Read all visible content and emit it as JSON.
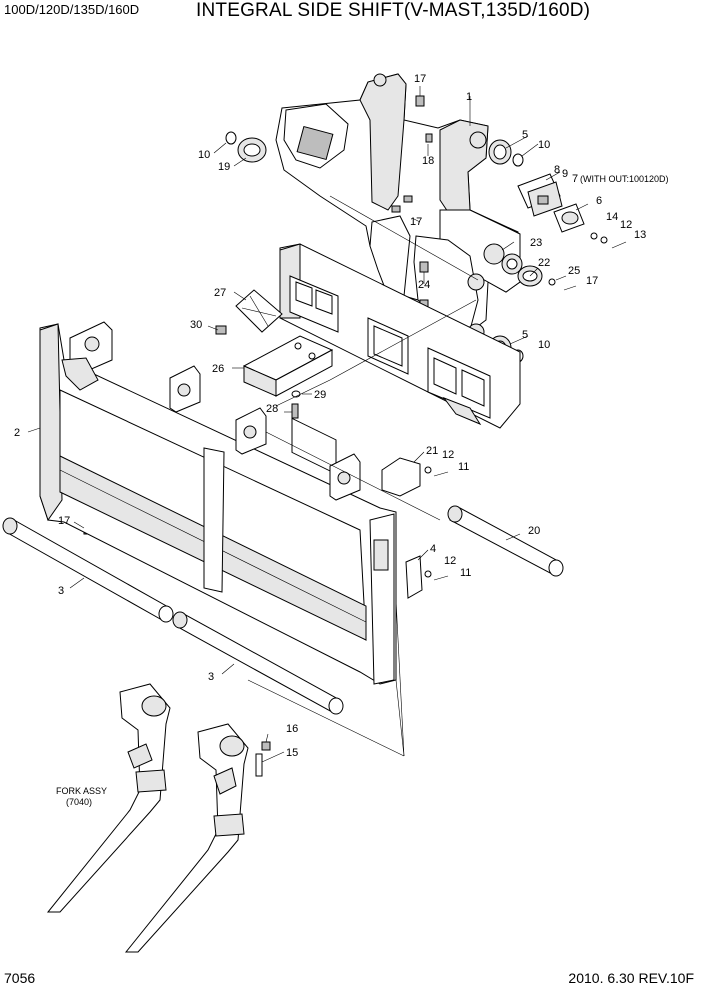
{
  "header": {
    "model": "100D/120D/135D/160D",
    "title": "INTEGRAL SIDE SHIFT(V-MAST,135D/160D)"
  },
  "footer": {
    "page": "7056",
    "revision": "2010. 6.30  REV.10F"
  },
  "diagram": {
    "callouts": [
      "17",
      "1",
      "10",
      "5",
      "10",
      "19",
      "18",
      "8",
      "9",
      "7",
      "6",
      "17",
      "14",
      "12",
      "13",
      "23",
      "22",
      "25",
      "24",
      "17",
      "27",
      "30",
      "5",
      "10",
      "26",
      "29",
      "28",
      "2",
      "21",
      "12",
      "11",
      "17",
      "20",
      "4",
      "12",
      "11",
      "3",
      "3",
      "16",
      "15"
    ],
    "note_7": "(WITH OUT:100120D)",
    "fork_label": "FORK ASSY",
    "fork_ref": "(7040)"
  }
}
